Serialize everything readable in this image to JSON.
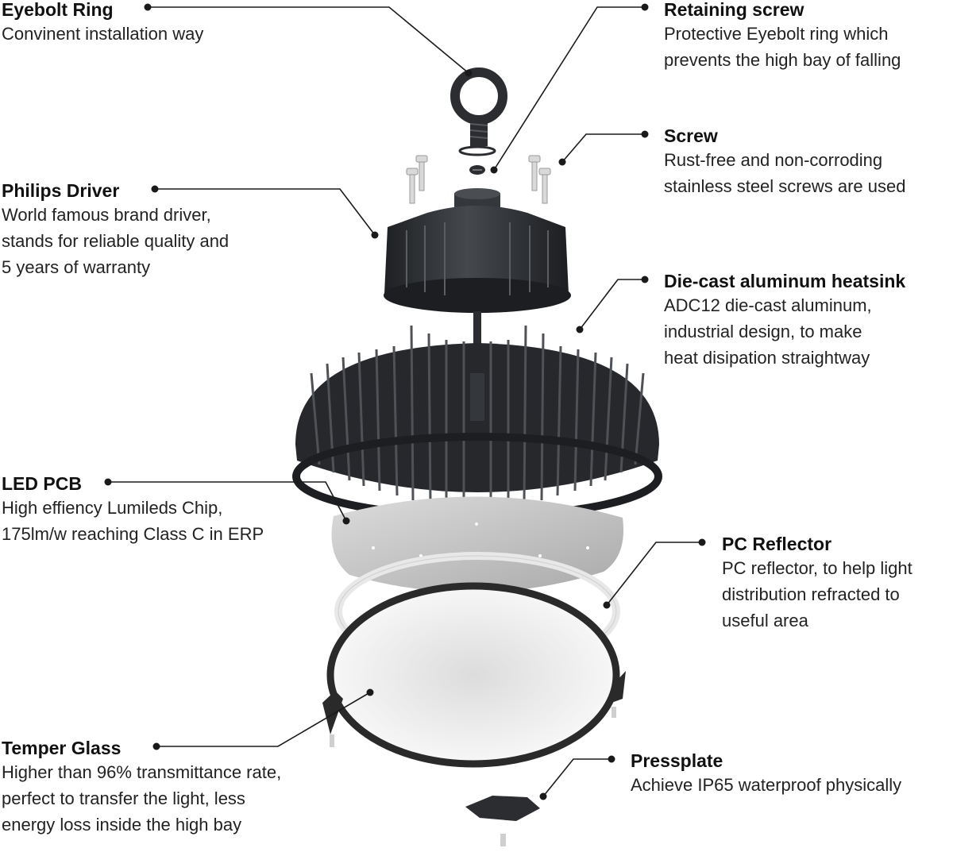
{
  "callouts": [
    {
      "id": "eyebolt",
      "title": "Eyebolt Ring",
      "lines": [
        "Convinent installation way"
      ]
    },
    {
      "id": "retaining",
      "title": "Retaining screw",
      "lines": [
        "Protective Eyebolt ring which",
        "prevents the high bay of falling"
      ]
    },
    {
      "id": "screw",
      "title": "Screw",
      "lines": [
        "Rust-free and non-corroding",
        "stainless steel screws are used"
      ]
    },
    {
      "id": "driver",
      "title": "Philips Driver",
      "lines": [
        "World famous brand driver,",
        "stands for reliable quality and",
        "5 years of warranty"
      ]
    },
    {
      "id": "heatsink",
      "title": "Die-cast aluminum heatsink",
      "lines": [
        "ADC12 die-cast aluminum,",
        "industrial design, to make",
        "heat disipation straightway"
      ]
    },
    {
      "id": "pcb",
      "title": "LED PCB",
      "lines": [
        "High effiency Lumileds Chip,",
        "175lm/w reaching Class C in ERP"
      ]
    },
    {
      "id": "reflector",
      "title": "PC Reflector",
      "lines": [
        "PC reflector, to help light",
        "distribution refracted to",
        "useful area"
      ]
    },
    {
      "id": "glass",
      "title": "Temper Glass",
      "lines": [
        "Higher than 96% transmittance rate,",
        "perfect to transfer the light, less",
        "energy loss inside the high bay"
      ]
    },
    {
      "id": "pressplate",
      "title": "Pressplate",
      "lines": [
        "Achieve IP65 waterproof physically"
      ]
    }
  ],
  "colors": {
    "line": "#1a1a1a",
    "housing": "#2b2d30",
    "housing_light": "#4a4d52",
    "pcb": "#c9c9c9",
    "reflector": "#eeeeee",
    "glass_ring": "#2a2a2a"
  }
}
